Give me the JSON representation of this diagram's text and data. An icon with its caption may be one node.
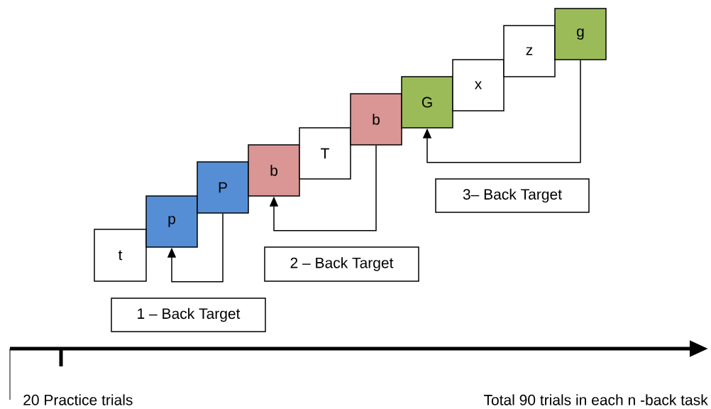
{
  "diagram": {
    "nodes": [
      {
        "text": [
          "t"
        ]
      },
      {
        "text": [
          "p"
        ]
      },
      {
        "text": [
          "P"
        ]
      },
      {
        "text": [
          "b"
        ]
      },
      {
        "text": [
          "T"
        ]
      },
      {
        "text": [
          "b"
        ]
      },
      {
        "text": [
          "G"
        ]
      },
      {
        "text": [
          "x"
        ]
      },
      {
        "text": [
          "z"
        ]
      },
      {
        "text": [
          "g"
        ]
      },
      {
        "text": [
          "1 – Back Target"
        ]
      },
      {
        "text": [
          "2 – Back Target"
        ]
      },
      {
        "text": [
          "3– Back Target"
        ]
      }
    ],
    "edges": [
      {
        "from": 2,
        "to": 1,
        "arrow": "to"
      },
      {
        "from": 5,
        "to": 3,
        "arrow": "to"
      },
      {
        "from": 9,
        "to": 6,
        "arrow": "to"
      }
    ],
    "labels": [
      "20 Practice trials",
      "Total 90 trials in each n -back task"
    ]
  }
}
